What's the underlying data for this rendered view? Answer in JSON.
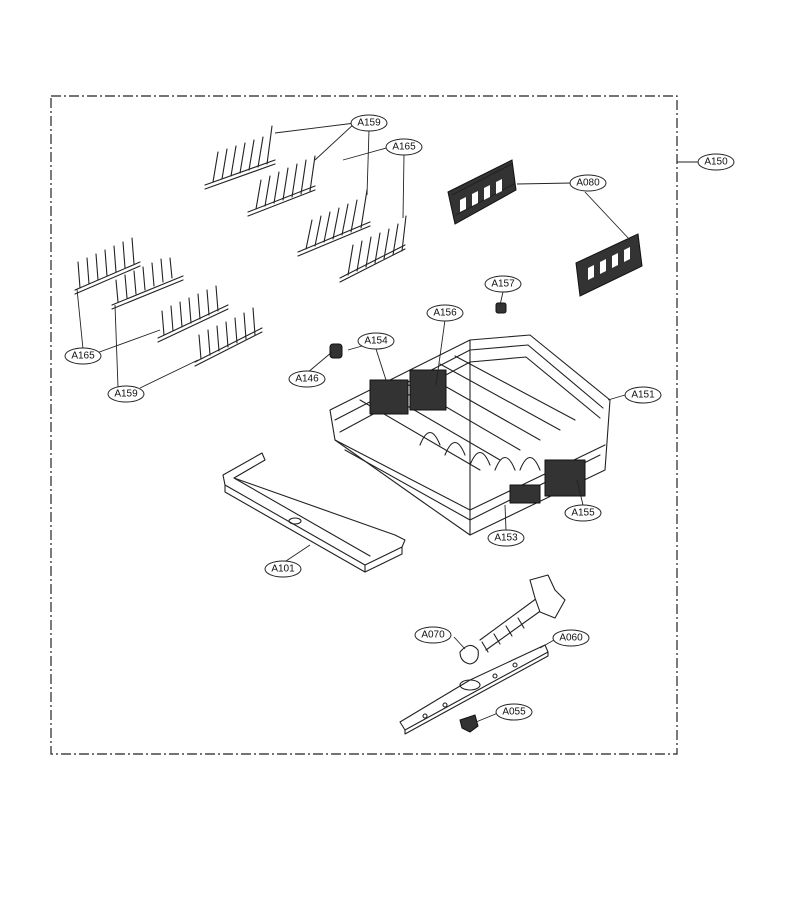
{
  "labels": {
    "A150": "A150",
    "A159_top": "A159",
    "A165_top": "A165",
    "A080": "A080",
    "A157": "A157",
    "A156": "A156",
    "A154": "A154",
    "A146": "A146",
    "A151": "A151",
    "A165_left": "A165",
    "A159_left": "A159",
    "A155": "A155",
    "A153": "A153",
    "A101": "A101",
    "A070": "A070",
    "A060": "A060",
    "A055": "A055"
  },
  "colors": {
    "line": "#222222",
    "background": "#ffffff"
  }
}
